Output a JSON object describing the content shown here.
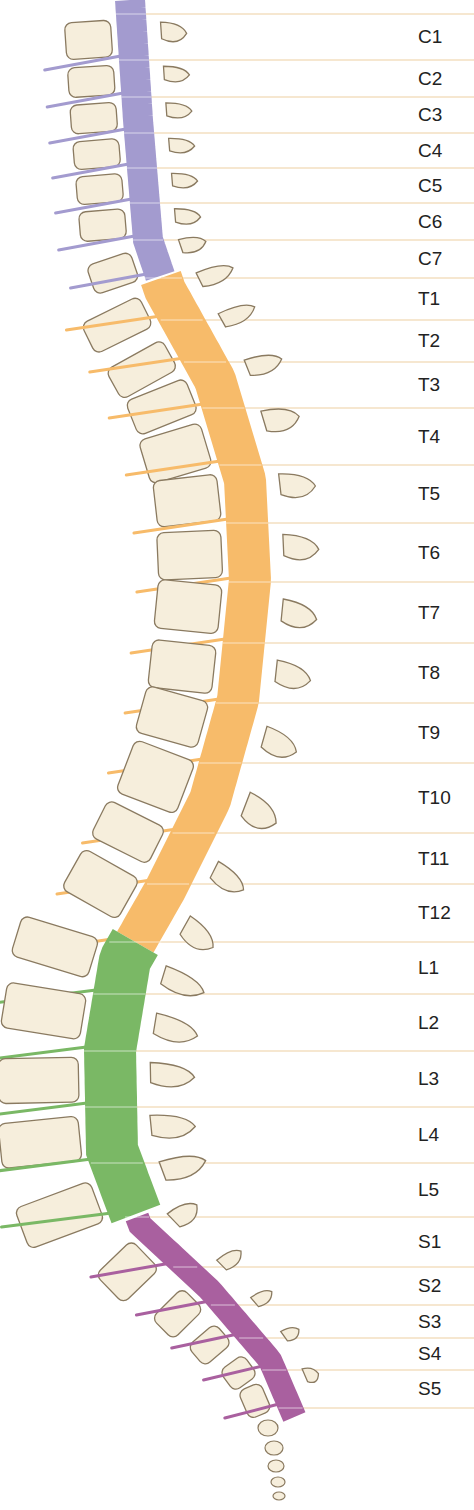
{
  "diagram": {
    "labels": [
      "C1",
      "C2",
      "C3",
      "C4",
      "C5",
      "C6",
      "C7",
      "T1",
      "T2",
      "T3",
      "T4",
      "T5",
      "T6",
      "T7",
      "T8",
      "T9",
      "T10",
      "T11",
      "T12",
      "L1",
      "L2",
      "L3",
      "L4",
      "L5",
      "S1",
      "S2",
      "S3",
      "S4",
      "S5"
    ]
  }
}
